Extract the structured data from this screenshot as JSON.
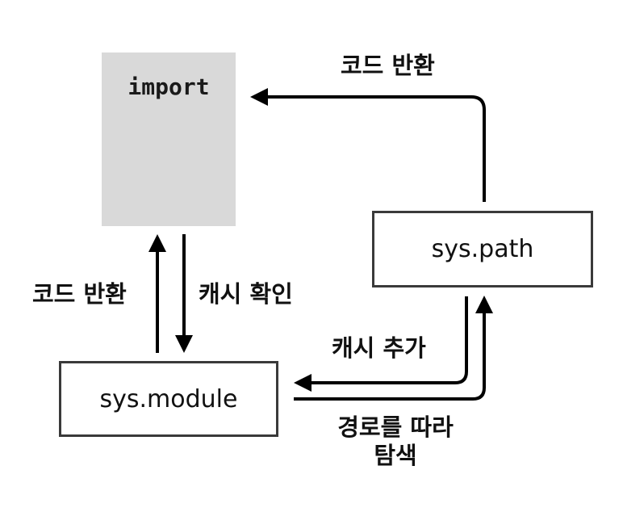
{
  "nodes": {
    "import": {
      "label": "import"
    },
    "sys_path": {
      "label": "sys.path"
    },
    "sys_module": {
      "label": "sys.module"
    }
  },
  "edges": {
    "syspath_to_import": {
      "label": "코드 반환"
    },
    "module_to_import": {
      "label": "코드 반환"
    },
    "import_to_module": {
      "label": "캐시 확인"
    },
    "syspath_to_module": {
      "label": "캐시 추가"
    },
    "module_to_syspath": {
      "line1": "경로를 따라",
      "line2": "탐색"
    }
  },
  "colors": {
    "import_fill": "#d9d9d9",
    "box_border": "#3a3a3a",
    "arrow": "#000000"
  }
}
